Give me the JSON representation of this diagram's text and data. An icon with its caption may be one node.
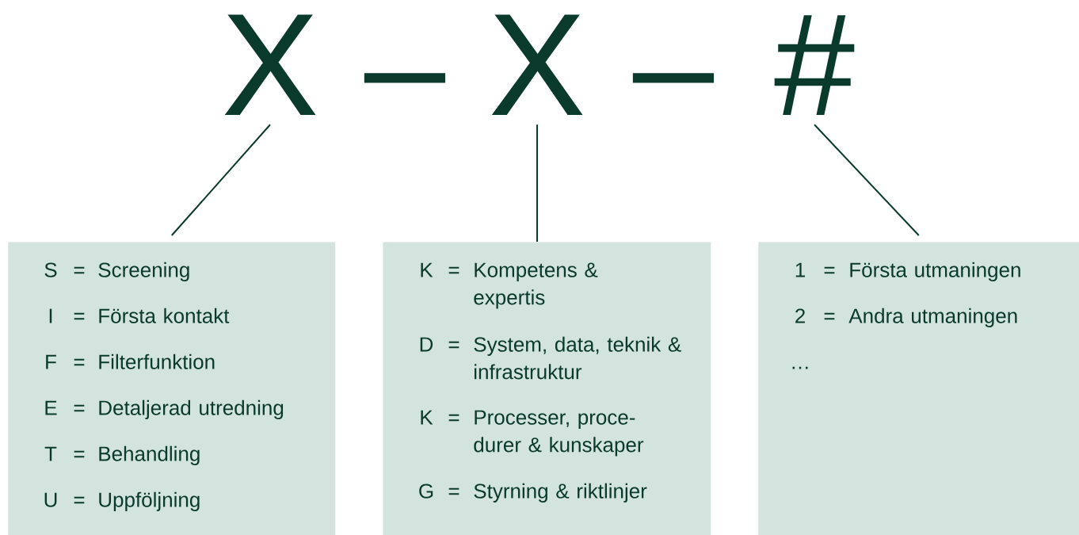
{
  "diagram": {
    "nodes": [
      {
        "text": [
          "X"
        ]
      },
      {
        "text": [
          "X"
        ]
      },
      {
        "text": [
          "#"
        ]
      },
      {
        "text": [
          "S",
          "=",
          "Screening",
          "I",
          "=",
          "Första kontakt",
          "F",
          "=",
          "Filterfunktion",
          "E",
          "=",
          "Detaljerad utredning",
          "T",
          "=",
          "Behandling",
          "U",
          "=",
          "Uppföljning"
        ]
      },
      {
        "text": [
          "K",
          "=",
          "Kompetens & expertis",
          "D",
          "=",
          "System, data, teknik & infrastruktur",
          "K",
          "=",
          "Processer, proce- durer & kunskaper",
          "G",
          "=",
          "Styrning & riktlinjer"
        ]
      },
      {
        "text": [
          "1",
          "=",
          "Första utmaningen",
          "2",
          "=",
          "Andra utmaningen",
          "…"
        ]
      }
    ],
    "edges": [
      {
        "from": 0,
        "to": 3,
        "arrow": "none"
      },
      {
        "from": 1,
        "to": 4,
        "arrow": "none"
      },
      {
        "from": 2,
        "to": 5,
        "arrow": "none"
      }
    ],
    "labels": [
      "–",
      "–"
    ]
  }
}
